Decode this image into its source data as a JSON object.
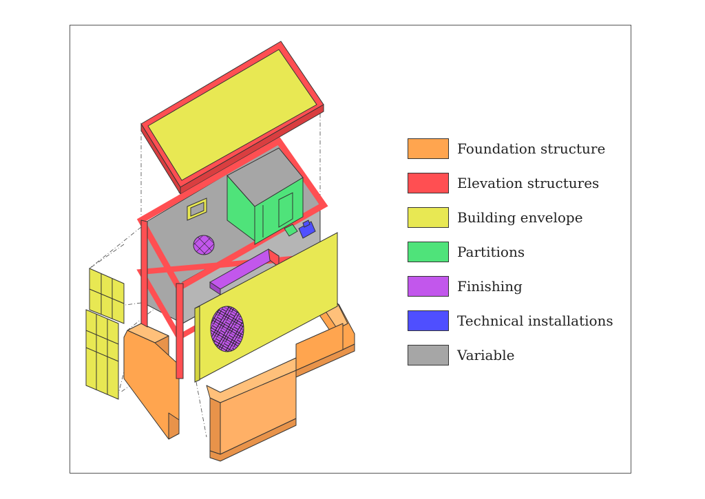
{
  "colors": {
    "foundation": "#FFA54F",
    "elevation": "#FF4F52",
    "envelope": "#E8E853",
    "partitions": "#4FE37A",
    "finishing": "#C257EC",
    "technical": "#4F4FFF",
    "variable": "#A6A6A6"
  },
  "legend": {
    "items": [
      {
        "label": "Foundation structure",
        "color": "#FFA54F"
      },
      {
        "label": "Elevation structures",
        "color": "#FF4F52"
      },
      {
        "label": "Building envelope",
        "color": "#E8E853"
      },
      {
        "label": "Partitions",
        "color": "#4FE37A"
      },
      {
        "label": "Finishing",
        "color": "#C257EC"
      },
      {
        "label": "Technical installations",
        "color": "#4F4FFF"
      },
      {
        "label": "Variable",
        "color": "#A6A6A6"
      }
    ]
  }
}
